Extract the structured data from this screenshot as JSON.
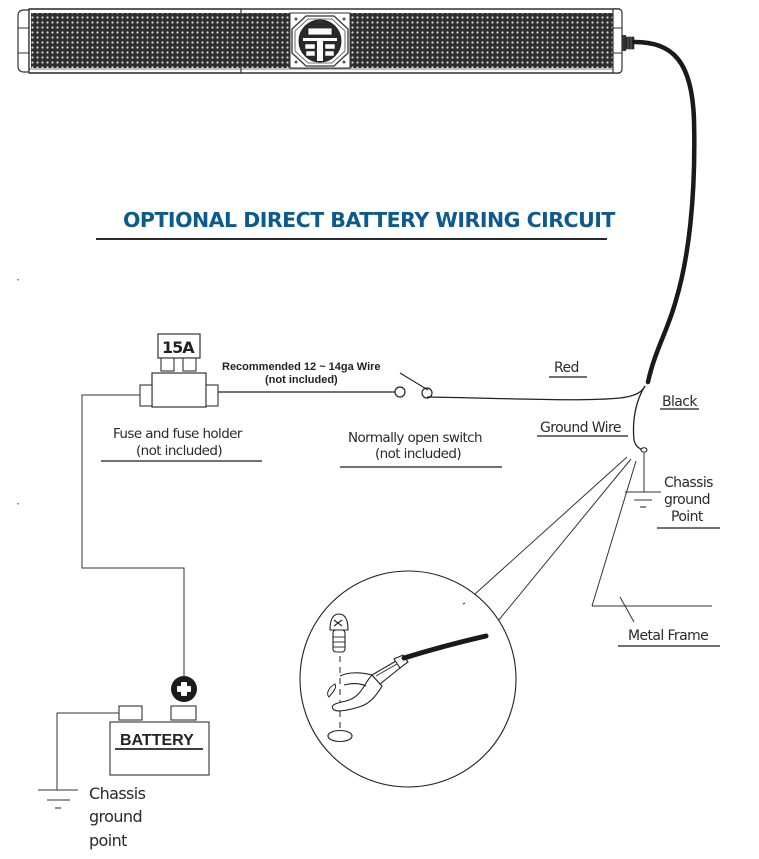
{
  "title": "OPTIONAL DIRECT BATTERY WIRING CIRCUIT",
  "colors": {
    "title": "#0d5a8f",
    "line": "#222222",
    "background": "#ffffff"
  },
  "soundbar": {
    "icon": "soundbar-speaker-icon",
    "control_panel_icon": "control-panel-icon",
    "cable_icon": "power-cable-icon"
  },
  "fuse": {
    "rating": "15A",
    "label_line1": "Fuse and fuse holder",
    "label_line2": "(not included)"
  },
  "wire_note": {
    "line1": "Recommended 12 ~ 14ga Wire",
    "line2": "(not included)"
  },
  "switch": {
    "label_line1": "Normally open switch",
    "label_line2": "(not included)"
  },
  "cable_labels": {
    "red": "Red",
    "black": "Black",
    "ground_wire": "Ground Wire"
  },
  "chassis_ground_right": {
    "line1": "Chassis",
    "line2": "ground",
    "line3": "Point"
  },
  "metal_frame": "Metal Frame",
  "battery": {
    "label": "BATTERY",
    "positive_icon": "plus-icon"
  },
  "chassis_ground_left": {
    "line1": "Chassis",
    "line2": "ground",
    "line3": "point"
  },
  "detail_inset": {
    "screw_icon": "screw-icon",
    "ring_terminal_icon": "fork-terminal-icon",
    "hole_icon": "mounting-hole-icon"
  }
}
